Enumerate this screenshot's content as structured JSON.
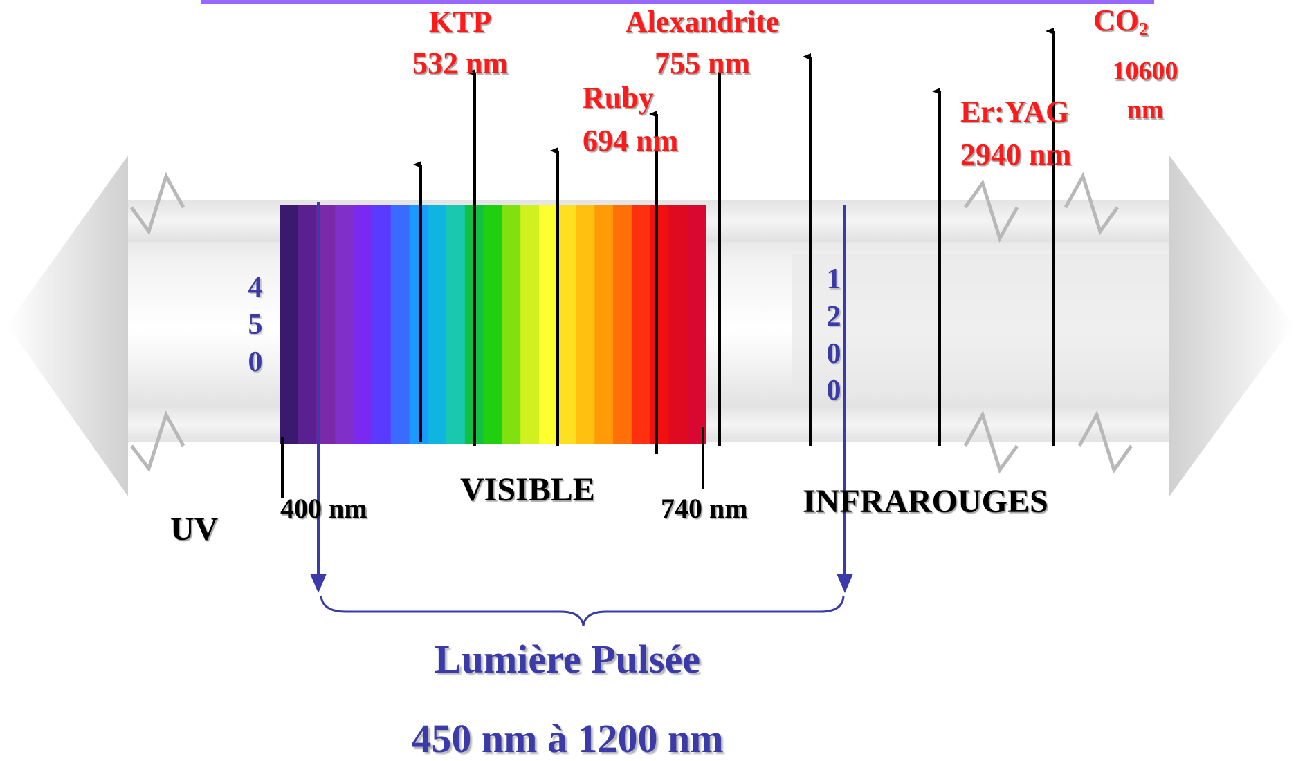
{
  "colors": {
    "laser_label": "#ff1a1a",
    "ipl_blue": "#3a3aa8",
    "top_line": "#9966ff",
    "spectrum": [
      "#3a1a6e",
      "#5a2090",
      "#7a2aa8",
      "#8030c8",
      "#7a2af0",
      "#5a3aff",
      "#3a6aff",
      "#1a9aff",
      "#10b4e0",
      "#1ac8b0",
      "#10c040",
      "#20d010",
      "#80e010",
      "#d0f020",
      "#ffff30",
      "#ffe020",
      "#ffc010",
      "#ff9a08",
      "#ff7008",
      "#ff3010",
      "#f01010",
      "#e00a20",
      "#d80830"
    ]
  },
  "lasers": {
    "ktp": {
      "name": "KTP",
      "value": "532 nm"
    },
    "alexandrite": {
      "name": "Alexandrite",
      "value": "755 nm"
    },
    "ruby": {
      "name": "Ruby",
      "value": "694 nm"
    },
    "eryag": {
      "name": "Er:YAG",
      "value": "2940 nm"
    },
    "co2": {
      "name": "CO",
      "sub": "2",
      "value_line1": "10600",
      "value_line2": "nm"
    }
  },
  "regions": {
    "uv": "UV",
    "visible": "VISIBLE",
    "infrared": "INFRAROUGES"
  },
  "ticks": {
    "t400": "400 nm",
    "t740": "740 nm"
  },
  "vertical_numbers": {
    "n450": [
      "4",
      "5",
      "0"
    ],
    "n1200": [
      "1",
      "2",
      "0",
      "0"
    ]
  },
  "ipl": {
    "title": "Lumière Pulsée",
    "range": "450 nm à 1200 nm"
  }
}
